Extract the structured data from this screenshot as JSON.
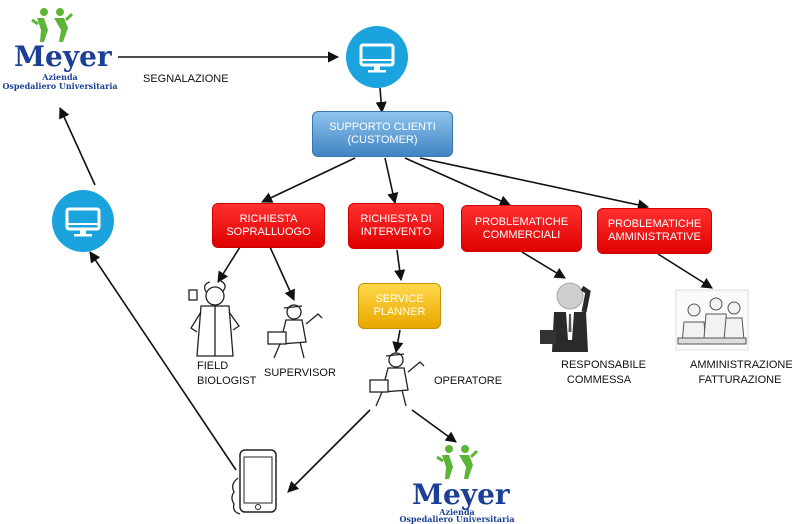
{
  "brand": {
    "name": "Meyer",
    "line1": "Azienda",
    "line2": "Ospedaliero Universitaria",
    "green": "#5bb536",
    "blue": "#1b3f94"
  },
  "edges": {
    "top": "SEGNALAZIONE"
  },
  "nodes": {
    "support": {
      "line1": "SUPPORTO CLIENTI",
      "line2": "(CUSTOMER)"
    },
    "req_survey": {
      "line1": "RICHIESTA",
      "line2": "SOPRALLUOGO"
    },
    "req_intervention": {
      "line1": "RICHIESTA DI",
      "line2": "INTERVENTO"
    },
    "commercial": {
      "line1": "PROBLEMATICHE",
      "line2": "COMMERCIALI"
    },
    "admin": {
      "line1": "PROBLEMATICHE",
      "line2": "AMMINISTRATIVE"
    },
    "service_planner": {
      "line1": "SERVICE",
      "line2": "PLANNER"
    }
  },
  "actors": {
    "field_biologist": {
      "line1": "FIELD",
      "line2": "BIOLOGIST"
    },
    "supervisor": "SUPERVISOR",
    "operatore": "OPERATORE",
    "responsabile": {
      "line1": "RESPONSABILE",
      "line2": "COMMESSA"
    },
    "amministrazione": {
      "line1": "AMMINISTRAZIONE",
      "line2": "FATTURAZIONE"
    }
  },
  "colors": {
    "red_box": "#ee0000",
    "blue_box": "#5b9bd5",
    "yellow_box": "#f5c000",
    "monitor_circle": "#1aa3dc"
  },
  "icons": [
    "monitor-icon",
    "smartphone-hand-icon",
    "scientist-icon",
    "worker-icon",
    "businessman-phone-icon",
    "office-team-icon"
  ]
}
